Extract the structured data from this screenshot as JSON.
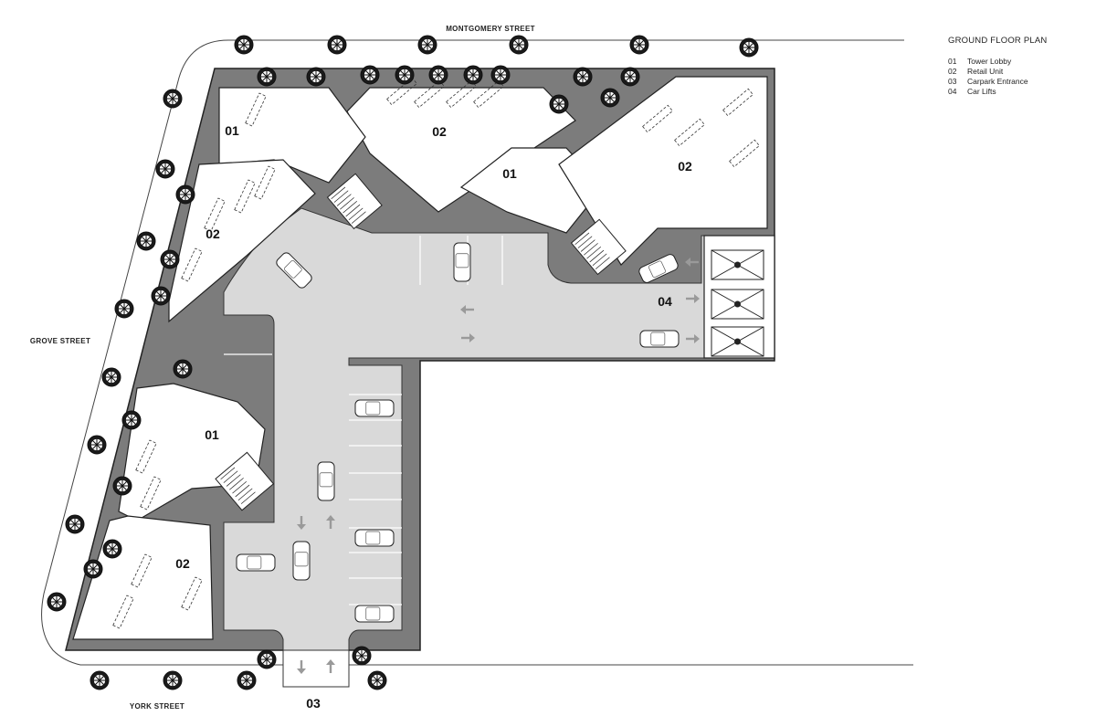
{
  "legend": {
    "title": "GROUND FLOOR PLAN",
    "items": [
      {
        "num": "01",
        "label": "Tower Lobby"
      },
      {
        "num": "02",
        "label": "Retail Unit"
      },
      {
        "num": "03",
        "label": "Carpark Entrance"
      },
      {
        "num": "04",
        "label": "Car Lifts"
      }
    ]
  },
  "streets": {
    "north": "MONTGOMERY STREET",
    "west": "GROVE STREET",
    "south": "YORK STREET"
  },
  "rooms": {
    "lobby_nw": "01",
    "lobby_ne": "01",
    "lobby_sw": "01",
    "retail_north": "02",
    "retail_ne": "02",
    "retail_west": "02",
    "retail_sw": "02",
    "carpark_entrance": "03",
    "car_lifts": "04"
  },
  "colors": {
    "footprint": "#7c7c7c",
    "driveway": "#d9d9d9",
    "service": "#a2a2a2",
    "rooms": "#ffffff",
    "outline": "#222222"
  }
}
